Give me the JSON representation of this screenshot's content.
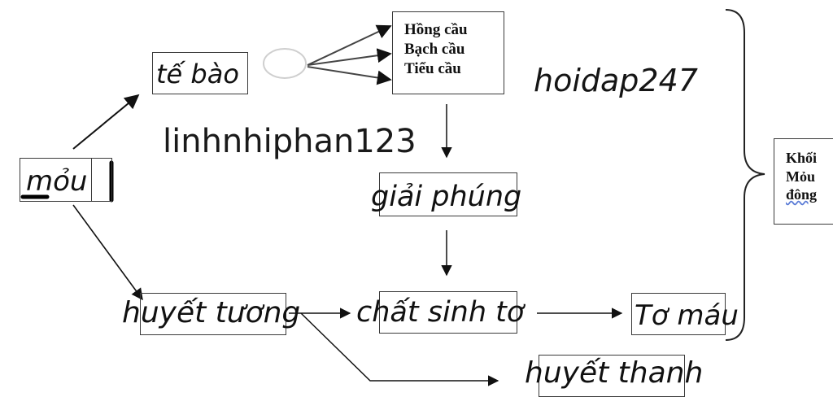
{
  "nodes": {
    "mau": "mỏu",
    "te_bao": "tế bào",
    "te_bao_types": [
      "Hồng cầu",
      "Bạch cầu",
      "Tiểu cầu"
    ],
    "giai_phung": "giải phúng",
    "huyet_tuong": "huyết tương",
    "chat_sinh_to": "chất sinh tơ",
    "to_mau": "Tơ máu",
    "huyet_thanh": "huyết thanh",
    "khoi_mau_dong": [
      "Khối",
      "Mỏu",
      "đông"
    ]
  },
  "watermarks": {
    "top_right": "hoidap247",
    "center": "linhnhiphan123"
  },
  "colors": {
    "ink": "#111111",
    "box_border": "#3a3a3a"
  }
}
